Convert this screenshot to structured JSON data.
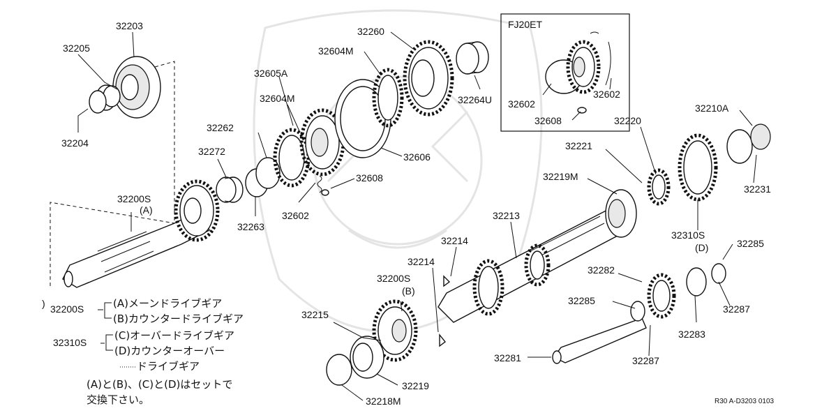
{
  "parts": {
    "p32203": "32203",
    "p32205": "32205",
    "p32204": "32204",
    "p32200S_top": "32200S",
    "p32200S_top_suffix": "(A)",
    "p32272": "32272",
    "p32262": "32262",
    "p32263": "32263",
    "p32604M_a": "32604M",
    "p32605A": "32605A",
    "p32602_a": "32602",
    "p32608_a": "32608",
    "p32604M_b": "32604M",
    "p32260": "32260",
    "p32606": "32606",
    "p32264U": "32264U",
    "p32602_b": "32602",
    "p32602_c": "32602",
    "p32608_b": "32608",
    "p32210A": "32210A",
    "p32220": "32220",
    "p32221": "32221",
    "p32219M": "32219M",
    "p32231": "32231",
    "p32310S": "32310S",
    "p32310S_suffix": "(D)",
    "p32285_a": "32285",
    "p32213": "32213",
    "p32214_a": "32214",
    "p32214_b": "32214",
    "p32200S_mid": "32200S",
    "p32200S_mid_suffix": "(B)",
    "p32215": "32215",
    "p32282": "32282",
    "p32285_b": "32285",
    "p32287_a": "32287",
    "p32283": "32283",
    "p32287_b": "32287",
    "p32281": "32281",
    "p32219": "32219",
    "p32218M": "32218M"
  },
  "variant_box": {
    "title": "FJ20ET"
  },
  "legend": {
    "stray_mark": ")",
    "group1_code": "32200S",
    "group1_items": [
      "(A)メーンドライブギア",
      "(B)カウンタードライブギア"
    ],
    "group2_code": "32310S",
    "group2_items": [
      "(C)オーバードライブギア",
      "(D)カウンターオーバー"
    ],
    "group2_item2_cont": "ドライブギア",
    "note_line1": "(A)と(B)、(C)と(D)はセットで",
    "note_line2": "交換下さい。"
  },
  "ref_code": "R30 A-D3203 0103"
}
